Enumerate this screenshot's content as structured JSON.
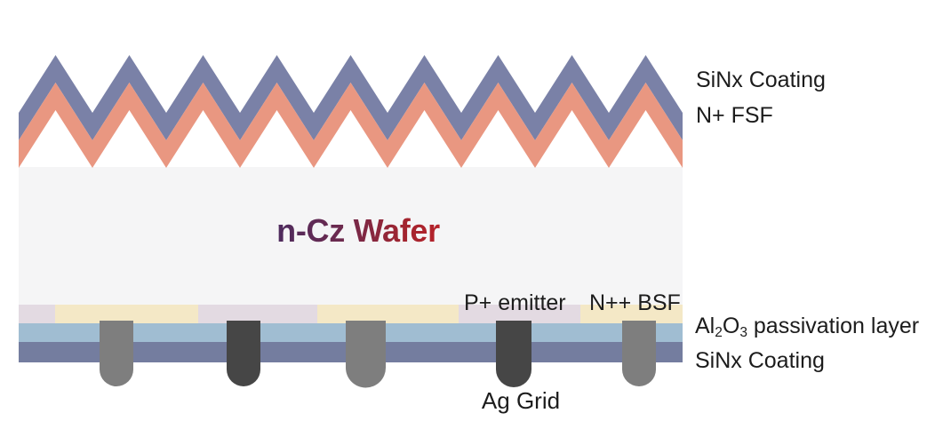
{
  "diagram": {
    "title": "n-Cz Wafer",
    "labels": {
      "top_coating": "SiNx Coating",
      "front_surface_field": "N+ FSF",
      "p_emitter": "P+ emitter",
      "npp_bsf": "N++ BSF",
      "al2o3": {
        "el1": "Al",
        "sub1": "2",
        "el2": "O",
        "sub2": "3",
        "rest": " passivation layer"
      },
      "bottom_coating": "SiNx Coating",
      "ag_grid": "Ag Grid"
    },
    "colors": {
      "sinx_zigzag": "#7a81a7",
      "n_fsf_salmon": "#e99781",
      "wafer_body": "#f5f5f6",
      "emitter_lavender": "#e3dae2",
      "bsf_cream": "#f4e8c6",
      "al2o3_blue": "#a0bdd2",
      "sinx_bottom": "#747d9f",
      "ag_grid_gray": "#7e7e7e",
      "ag_grid_dark": "#464646",
      "title_gradient_start": "#4e2b5e",
      "title_gradient_end": "#b6232b",
      "label_text": "#1c1c1c"
    }
  }
}
